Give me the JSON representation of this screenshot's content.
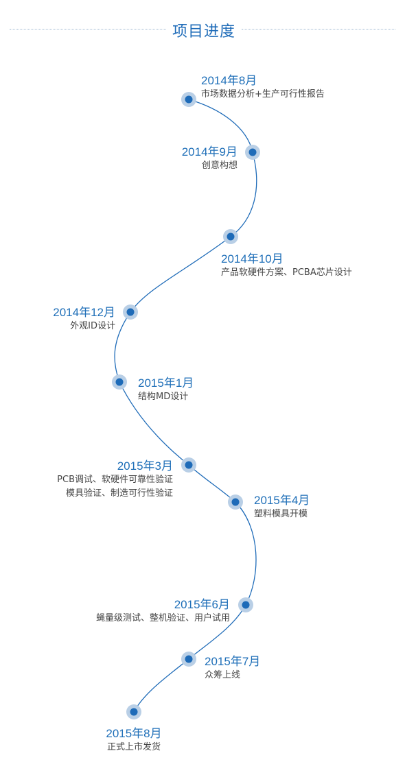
{
  "page_title": "项目进度",
  "accent_color": "#1e6bb8",
  "milestones": [
    {
      "date": "2014年8月",
      "desc": "市场数据分析+生产可行性报告"
    },
    {
      "date": "2014年9月",
      "desc": "创意构想"
    },
    {
      "date": "2014年10月",
      "desc": "产品软硬件方案、PCBA芯片设计"
    },
    {
      "date": "2014年12月",
      "desc": "外观ID设计"
    },
    {
      "date": "2015年1月",
      "desc": "结构MD设计"
    },
    {
      "date": "2015年3月",
      "desc": "PCB调试、软硬件可靠性验证",
      "desc2": "模具验证、制造可行性验证"
    },
    {
      "date": "2015年4月",
      "desc": "塑料模具开模"
    },
    {
      "date": "2015年6月",
      "desc": "蝇量级测试、整机验证、用户试用"
    },
    {
      "date": "2015年7月",
      "desc": "众筹上线"
    },
    {
      "date": "2015年8月",
      "desc": "正式上市发货"
    }
  ]
}
